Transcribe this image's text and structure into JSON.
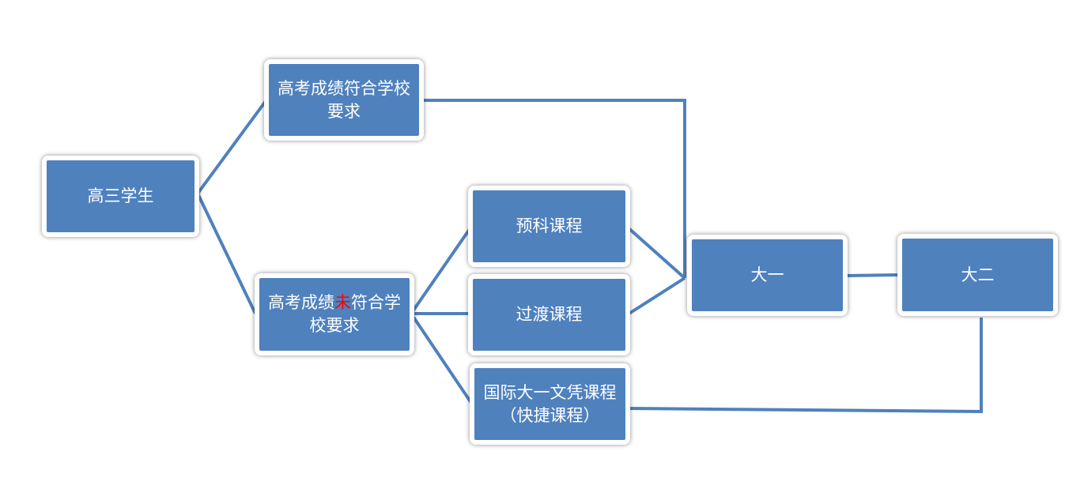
{
  "diagram": {
    "connector_color": "#4f81bd",
    "node_fill": "#4f81bd",
    "node_border": "#ffffff",
    "text_color": "#ffffff",
    "highlight_color": "#ff0000",
    "nodes": {
      "student": {
        "label": "高三学生"
      },
      "meets": {
        "label": "高考成绩符合学校要求"
      },
      "not_meets": {
        "before": "高考成绩",
        "highlight": "未",
        "after": "符合学校要求"
      },
      "foundation": {
        "label": "预科课程"
      },
      "transition": {
        "label": "过渡课程"
      },
      "diploma": {
        "label": "国际大一文凭课程（快捷课程）"
      },
      "year1": {
        "label": "大一"
      },
      "year2": {
        "label": "大二"
      }
    }
  }
}
